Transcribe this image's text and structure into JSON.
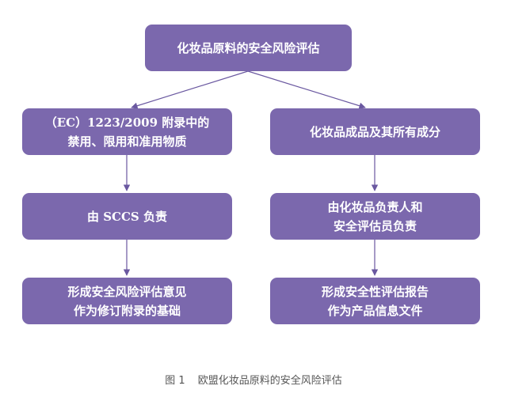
{
  "nodes": {
    "root": {
      "lines": [
        "化妆品原料的安全风险评估"
      ]
    },
    "left_1": {
      "lines": [
        "（EC）1223/2009 附录中的",
        "禁用、限用和准用物质"
      ]
    },
    "left_2": {
      "lines": [
        "由 SCCS 负责"
      ]
    },
    "left_3": {
      "lines": [
        "形成安全风险评估意见",
        "作为修订附录的基础"
      ]
    },
    "right_1": {
      "lines": [
        "化妆品成品及其所有成分"
      ]
    },
    "right_2": {
      "lines": [
        "由化妆品负责人和",
        "安全评估员负责"
      ]
    },
    "right_3": {
      "lines": [
        "形成安全性评估报告",
        "作为产品信息文件"
      ]
    }
  },
  "caption": {
    "figure_label": "图 1",
    "title": "欧盟化妆品原料的安全风险评估"
  },
  "colors": {
    "box_fill": "#7b68ad",
    "box_text": "#ffffff",
    "connector": "#6a58a0",
    "caption_text": "#555555"
  }
}
